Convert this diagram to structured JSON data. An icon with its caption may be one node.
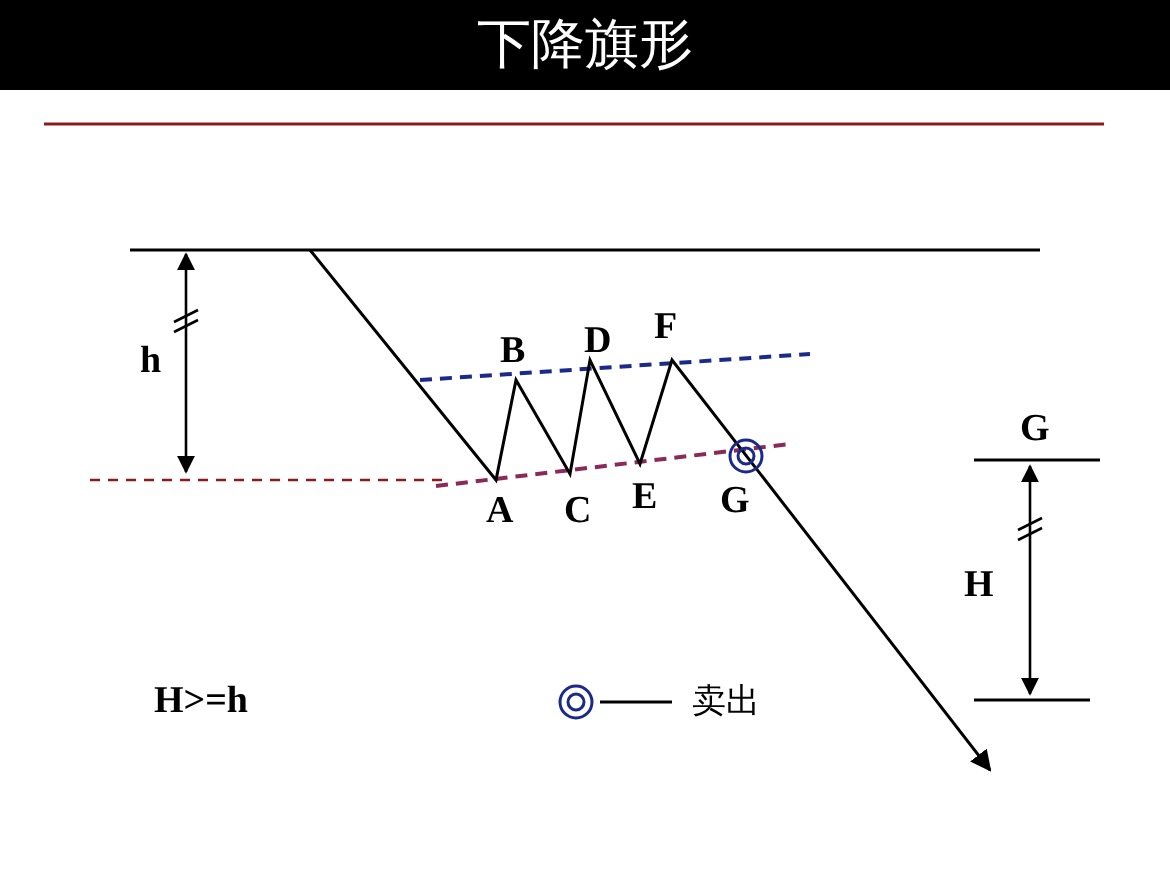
{
  "diagram": {
    "title": "下降旗形",
    "labels": [
      "h",
      "B",
      "D",
      "F",
      "A",
      "C",
      "E",
      "G",
      "G",
      "H",
      "H>=h"
    ],
    "legend": [
      {
        "text": "卖出"
      }
    ]
  }
}
